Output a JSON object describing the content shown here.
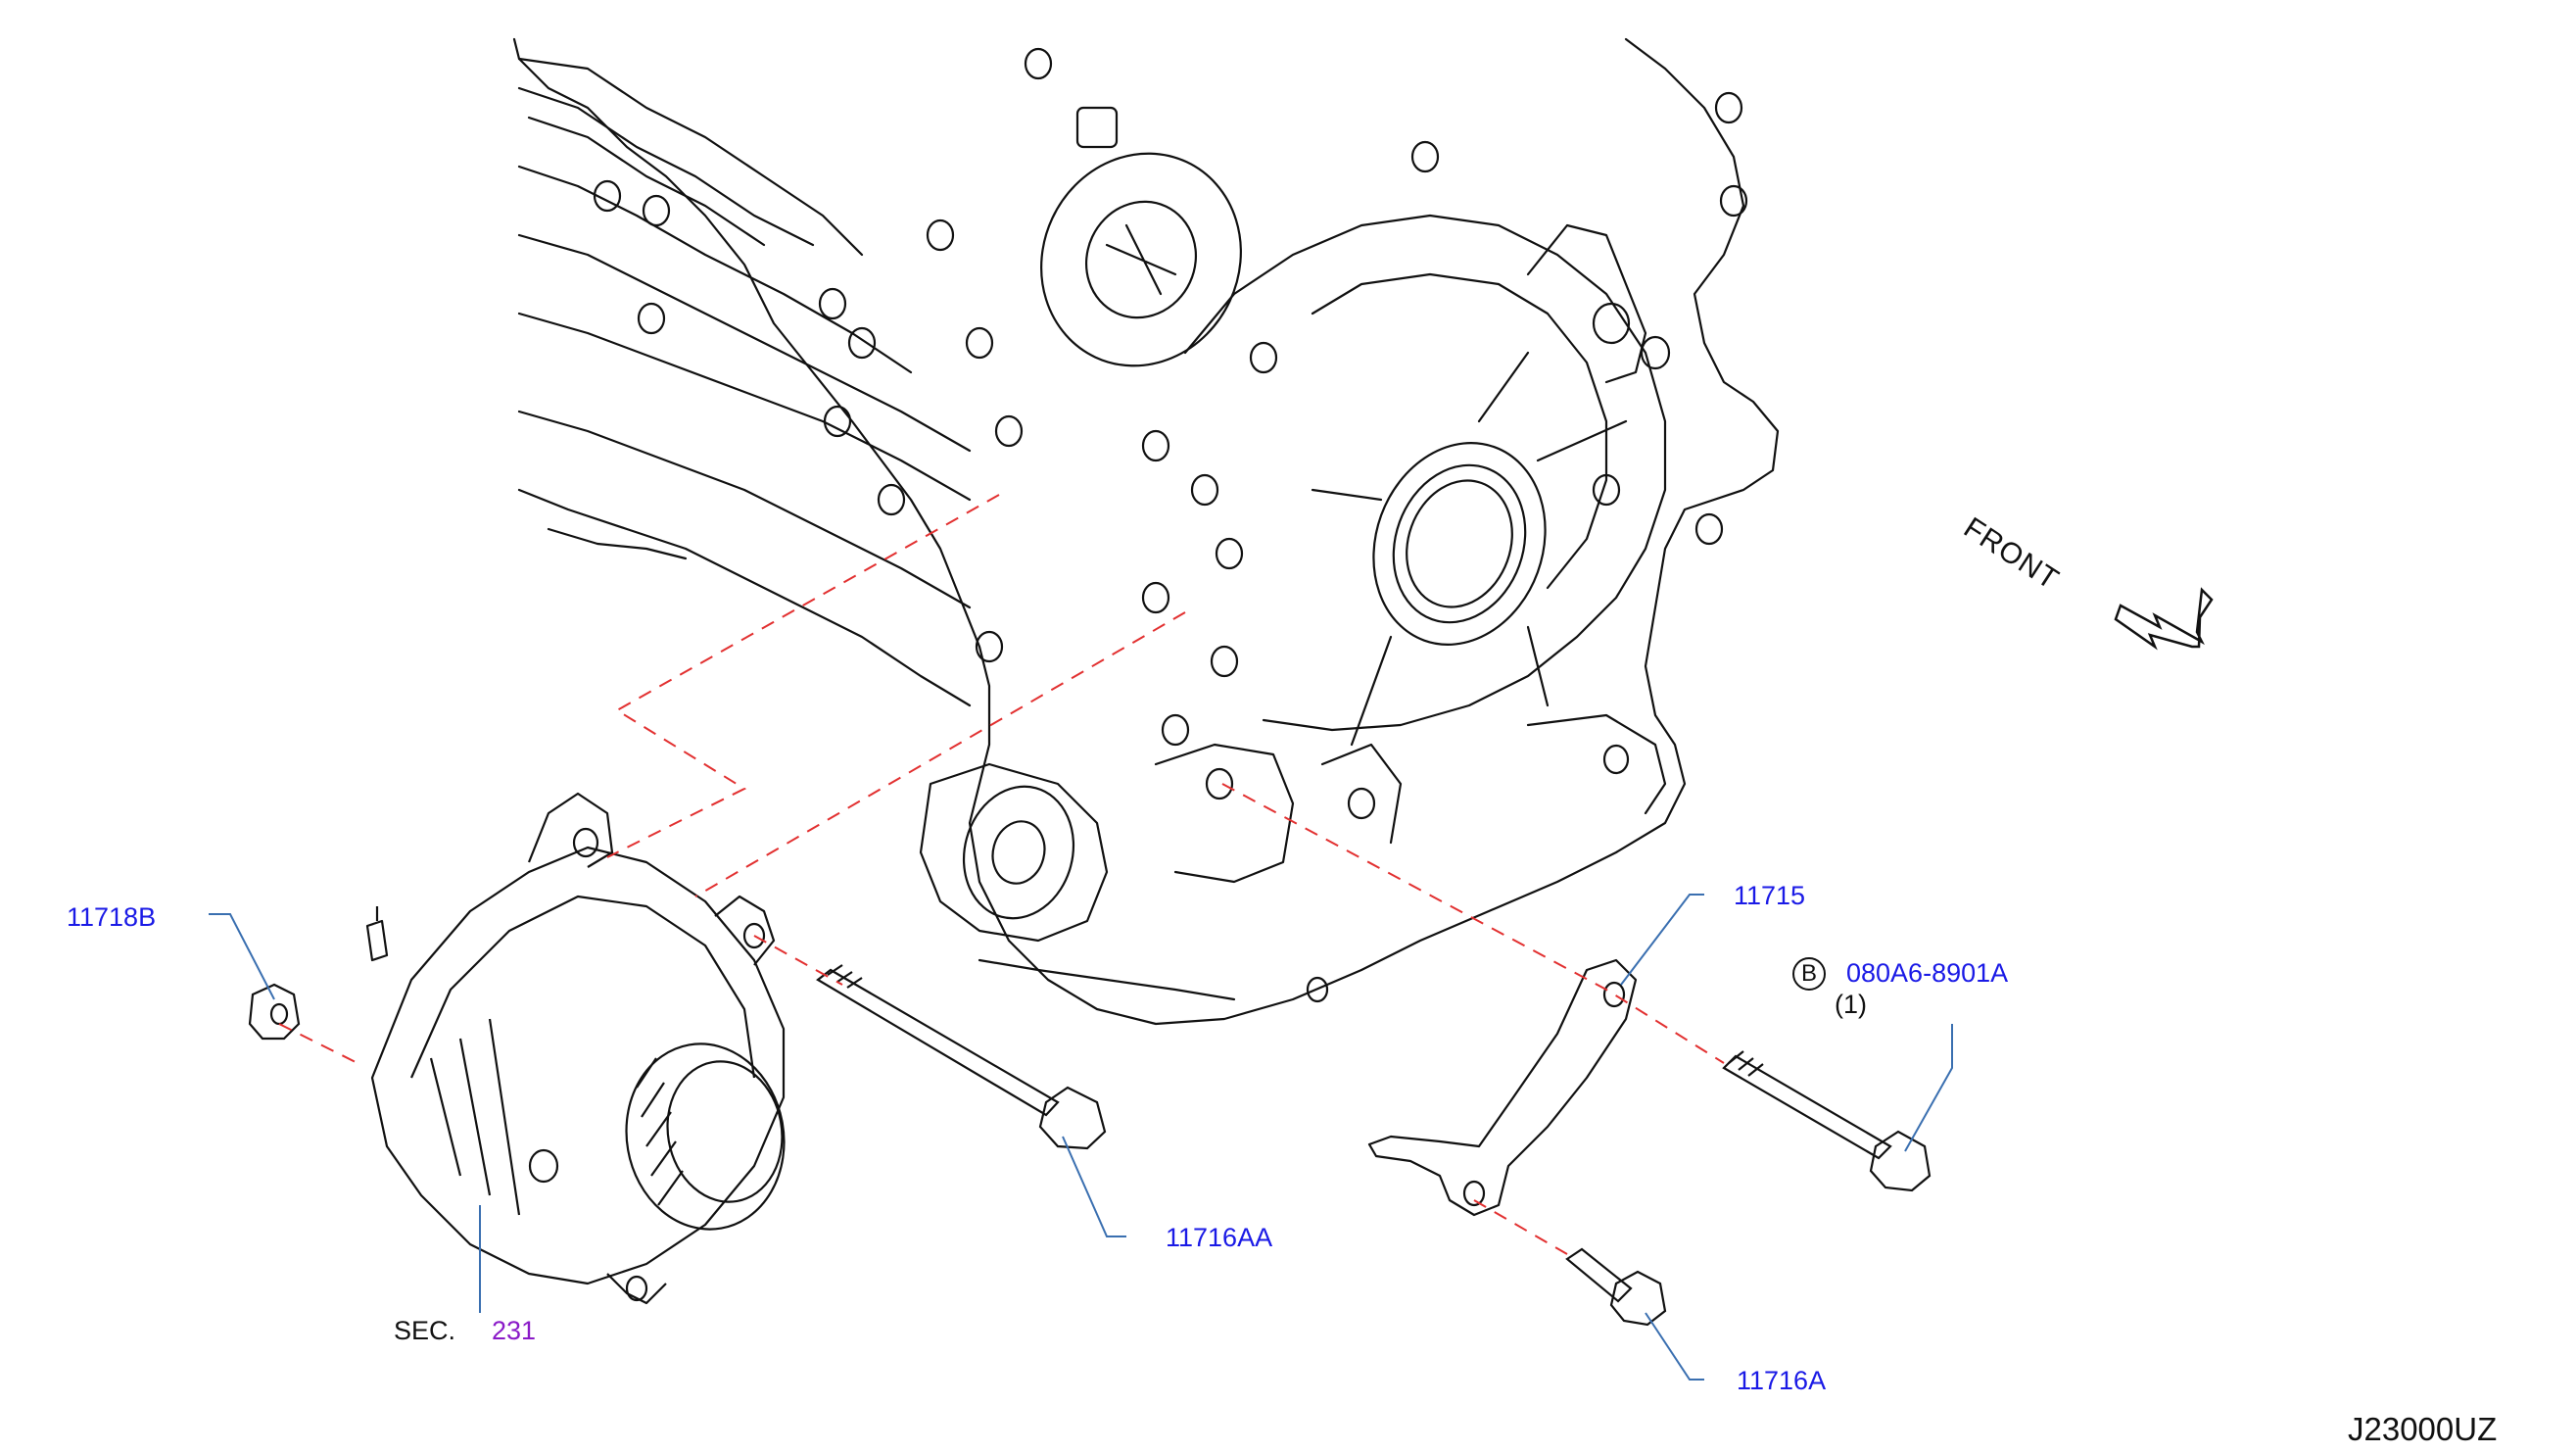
{
  "labels": {
    "part_11718B": "11718B",
    "part_11715": "11715",
    "part_080A6": "080A6-8901A",
    "qty_080A6": "(1)",
    "circle_B": "B",
    "part_11716AA": "11716AA",
    "part_11716A": "11716A",
    "sec_prefix": "SEC.",
    "sec_number": "231",
    "front": "FRONT",
    "diagram_code": "J23000UZ"
  },
  "colors": {
    "part_number": "#1a1ae6",
    "section_ref": "#8a1ac8",
    "leader_line": "#3a6fb0",
    "dashed_line": "#e23030",
    "drawing": "#111111"
  },
  "icons": {
    "front_arrow": "front-direction-arrow-icon"
  }
}
